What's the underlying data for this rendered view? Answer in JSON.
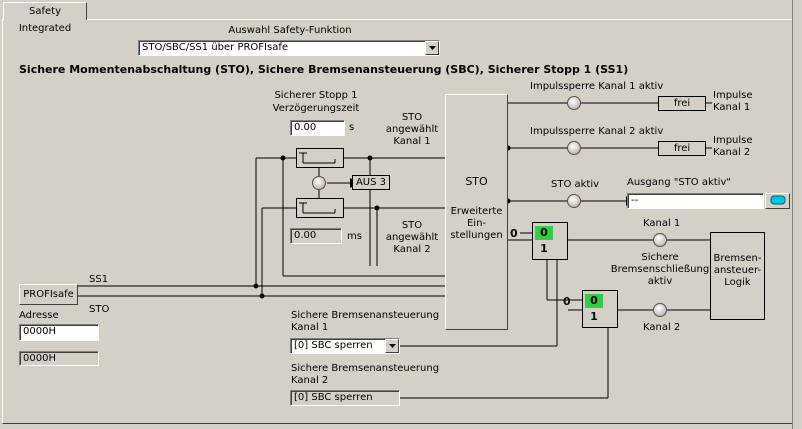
{
  "tab": {
    "label": "Safety Integrated"
  },
  "header": {
    "select_label": "Auswahl Safety-Funktion",
    "select_value": "STO/SBC/SS1 über PROFIsafe",
    "title": "Sichere Momentenabschaltung (STO), Sichere Bremsenansteuerung (SBC), Sicherer Stopp 1 (SS1)"
  },
  "ss1": {
    "label": "Sicherer Stopp 1",
    "sublabel": "Verzögerungszeit",
    "delay_value": "0.00",
    "delay_unit": "s",
    "actual_value": "0.00",
    "actual_unit": "ms",
    "aus3_label": "AUS 3"
  },
  "sto_select": {
    "ch1": [
      "STO",
      "angewählt",
      "Kanal 1"
    ],
    "ch2": [
      "STO",
      "angewählt",
      "Kanal 2"
    ]
  },
  "sto_block": {
    "title": "STO",
    "sub": [
      "Erweiterte",
      "Ein-",
      "stellungen"
    ]
  },
  "pulses": {
    "ch1_label": "Impulssperre Kanal 1 aktiv",
    "ch2_label": "Impulssperre Kanal 2 aktiv",
    "ch1_button": "frei",
    "ch2_button": "frei",
    "ch1_out": [
      "Impulse",
      "Kanal 1"
    ],
    "ch2_out": [
      "Impulse",
      "Kanal 2"
    ]
  },
  "sto_active": {
    "label": "STO aktiv",
    "output_label": "Ausgang \"STO aktiv\"",
    "output_value": "--"
  },
  "brake": {
    "mux1_zero": "0",
    "mux1_top": "0",
    "mux1_bottom": "1",
    "mux2_zero": "0",
    "mux2_top": "0",
    "mux2_bottom": "1",
    "kanal1": "Kanal 1",
    "kanal2": "Kanal 2",
    "closing": [
      "Sichere",
      "Bremsenschließung",
      "aktiv"
    ],
    "logic": [
      "Bremsen-",
      "ansteuer-",
      "Logik"
    ]
  },
  "profisafe": {
    "button": "PROFIsafe",
    "ss1": "SS1",
    "sto": "STO",
    "address_label": "Adresse",
    "address_value": "0000H",
    "address_readout": "0000H"
  },
  "sbc": {
    "ch1_label": [
      "Sichere Bremsenansteuerung",
      "Kanal 1"
    ],
    "ch1_value": "[0] SBC sperren",
    "ch2_label": [
      "Sichere Bremsenansteuerung",
      "Kanal 2"
    ],
    "ch2_value": "[0] SBC sperren"
  }
}
